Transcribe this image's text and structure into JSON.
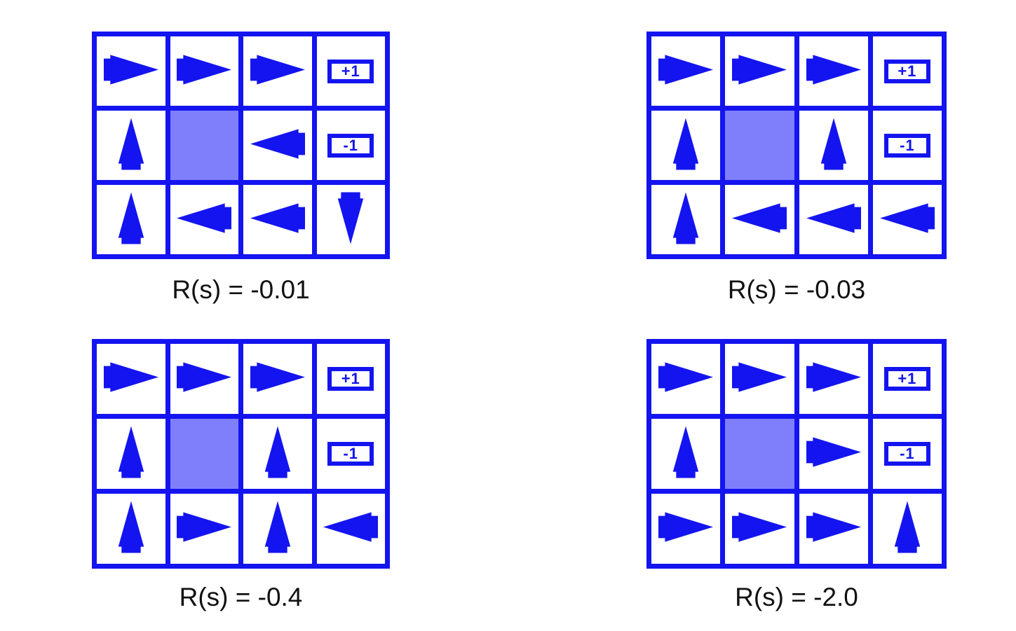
{
  "figure": {
    "title": "",
    "kind": "gridworld-optimal-policy-panels",
    "colors": {
      "line": "#1414f0",
      "wall_fill": "#7f7ffb",
      "cell_fill": "#ffffff",
      "background": "#ffffff",
      "caption_text": "#111111"
    },
    "glyph_names": {
      "right": "arrow-right-icon",
      "left": "arrow-left-icon",
      "up": "arrow-up-icon",
      "down": "arrow-down-icon",
      "wall": "wall-cell",
      "positive_terminal": "reward-chip-plus-one",
      "negative_terminal": "reward-chip-minus-one"
    },
    "terminal_labels": {
      "positive": "+1",
      "negative": "-1"
    }
  },
  "panels": [
    {
      "id": "panel-0",
      "caption": "R(s) = -0.01",
      "rows": 3,
      "cols": 4,
      "cells": [
        [
          "right",
          "right",
          "right",
          "goal"
        ],
        [
          "up",
          "wall",
          "left",
          "pit"
        ],
        [
          "up",
          "left",
          "left",
          "down"
        ]
      ]
    },
    {
      "id": "panel-1",
      "caption": "R(s) = -0.03",
      "rows": 3,
      "cols": 4,
      "cells": [
        [
          "right",
          "right",
          "right",
          "goal"
        ],
        [
          "up",
          "wall",
          "up",
          "pit"
        ],
        [
          "up",
          "left",
          "left",
          "left"
        ]
      ]
    },
    {
      "id": "panel-2",
      "caption": "R(s) = -0.4",
      "rows": 3,
      "cols": 4,
      "cells": [
        [
          "right",
          "right",
          "right",
          "goal"
        ],
        [
          "up",
          "wall",
          "up",
          "pit"
        ],
        [
          "up",
          "right",
          "up",
          "left"
        ]
      ]
    },
    {
      "id": "panel-3",
      "caption": "R(s) = -2.0",
      "rows": 3,
      "cols": 4,
      "cells": [
        [
          "right",
          "right",
          "right",
          "goal"
        ],
        [
          "up",
          "wall",
          "right",
          "pit"
        ],
        [
          "right",
          "right",
          "right",
          "up"
        ]
      ]
    }
  ],
  "chart_data": {
    "type": "table",
    "title": "Optimal policies for varying per-step reward R(s) in a 4x3 gridworld",
    "xlabel": "",
    "ylabel": "",
    "legend": [],
    "annotations": [
      "R(s) = -0.01",
      "R(s) = -0.03",
      "R(s) = -0.4",
      "R(s) = -2.0"
    ],
    "categories": [
      "R(s) = -0.01",
      "R(s) = -0.03",
      "R(s) = -0.4",
      "R(s) = -2.0"
    ],
    "series": [
      {
        "name": "R(s) = -0.01",
        "values": [
          [
            "right",
            "right",
            "right",
            "+1"
          ],
          [
            "up",
            "wall",
            "left",
            "-1"
          ],
          [
            "up",
            "left",
            "left",
            "down"
          ]
        ]
      },
      {
        "name": "R(s) = -0.03",
        "values": [
          [
            "right",
            "right",
            "right",
            "+1"
          ],
          [
            "up",
            "wall",
            "up",
            "-1"
          ],
          [
            "up",
            "left",
            "left",
            "left"
          ]
        ]
      },
      {
        "name": "R(s) = -0.4",
        "values": [
          [
            "right",
            "right",
            "right",
            "+1"
          ],
          [
            "up",
            "wall",
            "up",
            "-1"
          ],
          [
            "up",
            "right",
            "up",
            "left"
          ]
        ]
      },
      {
        "name": "R(s) = -2.0",
        "values": [
          [
            "right",
            "right",
            "right",
            "+1"
          ],
          [
            "up",
            "wall",
            "right",
            "-1"
          ],
          [
            "right",
            "right",
            "right",
            "up"
          ]
        ]
      }
    ]
  }
}
